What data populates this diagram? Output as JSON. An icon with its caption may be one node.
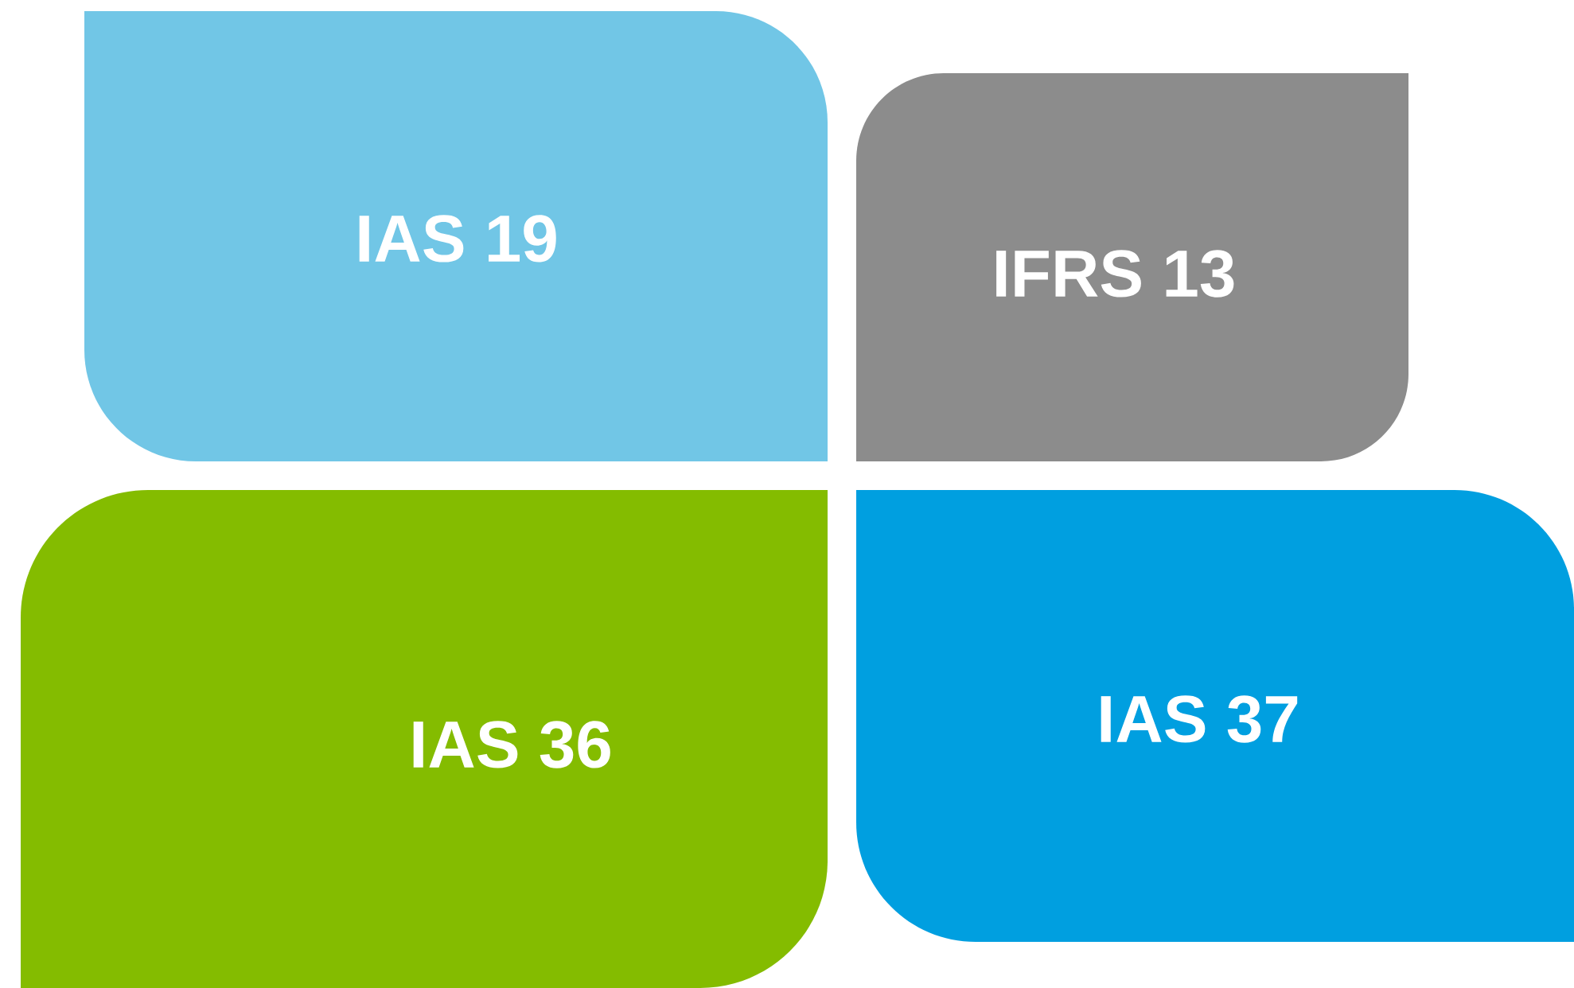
{
  "diagram": {
    "nodes": [
      {
        "text": [
          "IAS 19"
        ]
      },
      {
        "text": [
          "IFRS 13"
        ]
      },
      {
        "text": [
          "IAS 36"
        ]
      },
      {
        "text": [
          "IAS 37"
        ]
      }
    ]
  }
}
